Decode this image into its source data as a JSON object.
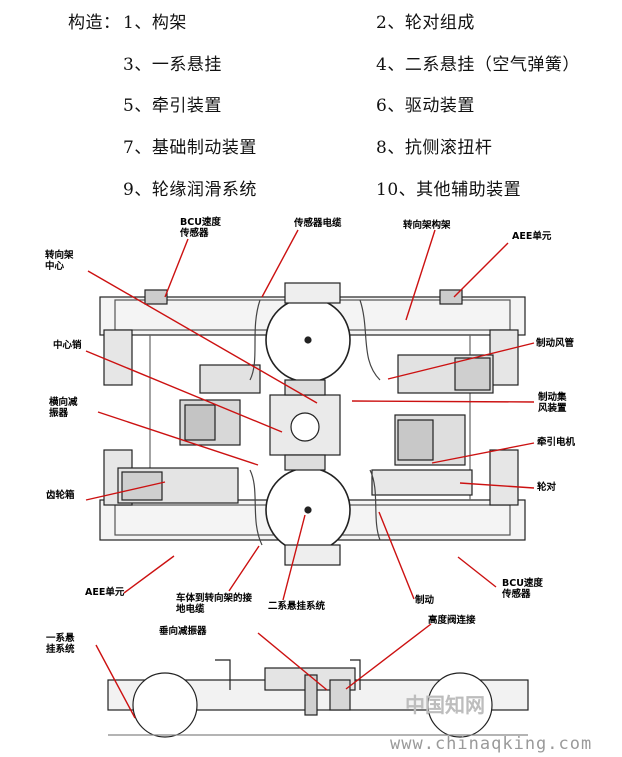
{
  "structure": {
    "prefix": "构造：",
    "items": [
      "1、构架",
      "2、轮对组成",
      "3、一系悬挂",
      "4、二系悬挂（空气弹簧）",
      "5、牵引装置",
      "6、驱动装置",
      "7、基础制动装置",
      "8、抗侧滚扭杆",
      "9、轮缘润滑系统",
      "10、其他辅助装置"
    ]
  },
  "labels": {
    "bcu_sensor_top": "BCU速度\n传感器",
    "sensor_cable": "传感器电缆",
    "bogie_frame": "转向架构架",
    "aee_unit_top": "AEE单元",
    "bogie_center": "转向架\n中心",
    "center_pin": "中心销",
    "brake_hose": "制动风管",
    "lateral_damper": "横向减\n振器",
    "brake_unit": "制动集\n风装置",
    "traction_motor": "牵引电机",
    "gearbox": "齿轮箱",
    "wheelset": "轮对",
    "aee_unit_bottom": "AEE单元",
    "ground_cable": "车体到转向架的接\n地电缆",
    "secondary_susp": "二系悬挂系统",
    "brake": "制动",
    "bcu_sensor_bottom": "BCU速度\n传感器",
    "primary_susp": "一系悬\n挂系统",
    "vertical_damper": "垂向减振器",
    "height_valve": "高度阀连接"
  },
  "watermark": {
    "logo_text": "中国知网",
    "url": "www.chinaqking.com"
  },
  "colors": {
    "leader": "#cc1111",
    "line_art": "#222222"
  }
}
